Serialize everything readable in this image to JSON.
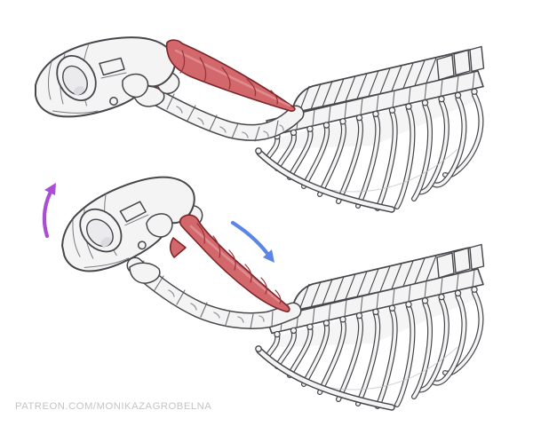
{
  "watermark": {
    "text": "PATREON.COM/MONIKAZAGROBELNA"
  },
  "palette": {
    "background": "#ffffff",
    "bone-fill": "#f4f4f5",
    "bone-outline": "#46464b",
    "bone-soft": "#7a7a80",
    "bone-detail": "#9a9aa0",
    "bone-faint": "#c2c2c6",
    "muscle": "#d2686c",
    "muscle-dark": "#7c2428",
    "muscle-crease": "#963238",
    "muscle-hi": "#e59a9c",
    "arrow-purple": "#a94fd2",
    "arrow-blue": "#5b86e8",
    "watermark": "#c4c4c4"
  },
  "illustration": {
    "subject": "skull, cervical spine and ribcage in side view, shown in two poses",
    "figures": [
      {
        "name": "figure-neck-extended",
        "pose": "head raised, highlighted neck muscle long and stretched"
      },
      {
        "name": "figure-neck-flexed",
        "pose": "head lowered, highlighted neck muscle shortened and bulging"
      }
    ],
    "arrows": [
      {
        "name": "arrow-up-icon",
        "direction": "up",
        "color": "#a94fd2"
      },
      {
        "name": "arrow-down-icon",
        "direction": "down-right",
        "color": "#5b86e8"
      }
    ]
  }
}
